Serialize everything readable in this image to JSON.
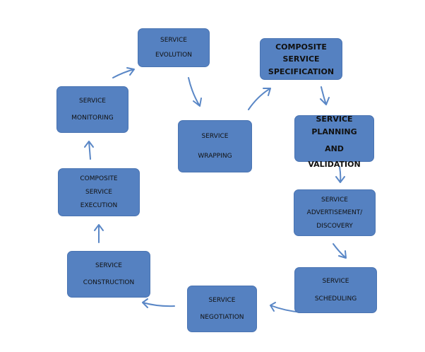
{
  "nodes": [
    {
      "id": "evolution",
      "lines": [
        "SERVICE",
        "EVOLUTION"
      ]
    },
    {
      "id": "composite-spec",
      "lines": [
        "COMPOSITE",
        "SERVICE",
        "SPECIFICATION"
      ]
    },
    {
      "id": "monitoring",
      "lines": [
        "SERVICE",
        "MONITORING"
      ]
    },
    {
      "id": "wrapping",
      "lines": [
        "SERVICE",
        "WRAPPING"
      ]
    },
    {
      "id": "planning",
      "lines": [
        "SERVICE",
        "PLANNING",
        "AND",
        "VALIDATION"
      ]
    },
    {
      "id": "composite-exec",
      "lines": [
        "COMPOSITE",
        "SERVICE",
        "EXECUTION"
      ]
    },
    {
      "id": "advertisement",
      "lines": [
        "SERVICE",
        "ADVERTISEMENT/",
        "DISCOVERY"
      ]
    },
    {
      "id": "construction",
      "lines": [
        "SERVICE",
        "CONSTRUCTION"
      ]
    },
    {
      "id": "scheduling",
      "lines": [
        "SERVICE",
        "SCHEDULING"
      ]
    },
    {
      "id": "negotiation",
      "lines": [
        "SERVICE",
        "NEGOTIATION"
      ]
    }
  ],
  "colors": {
    "box": "#5581c1",
    "arrow": "#5a87c6",
    "text": "#111111"
  }
}
